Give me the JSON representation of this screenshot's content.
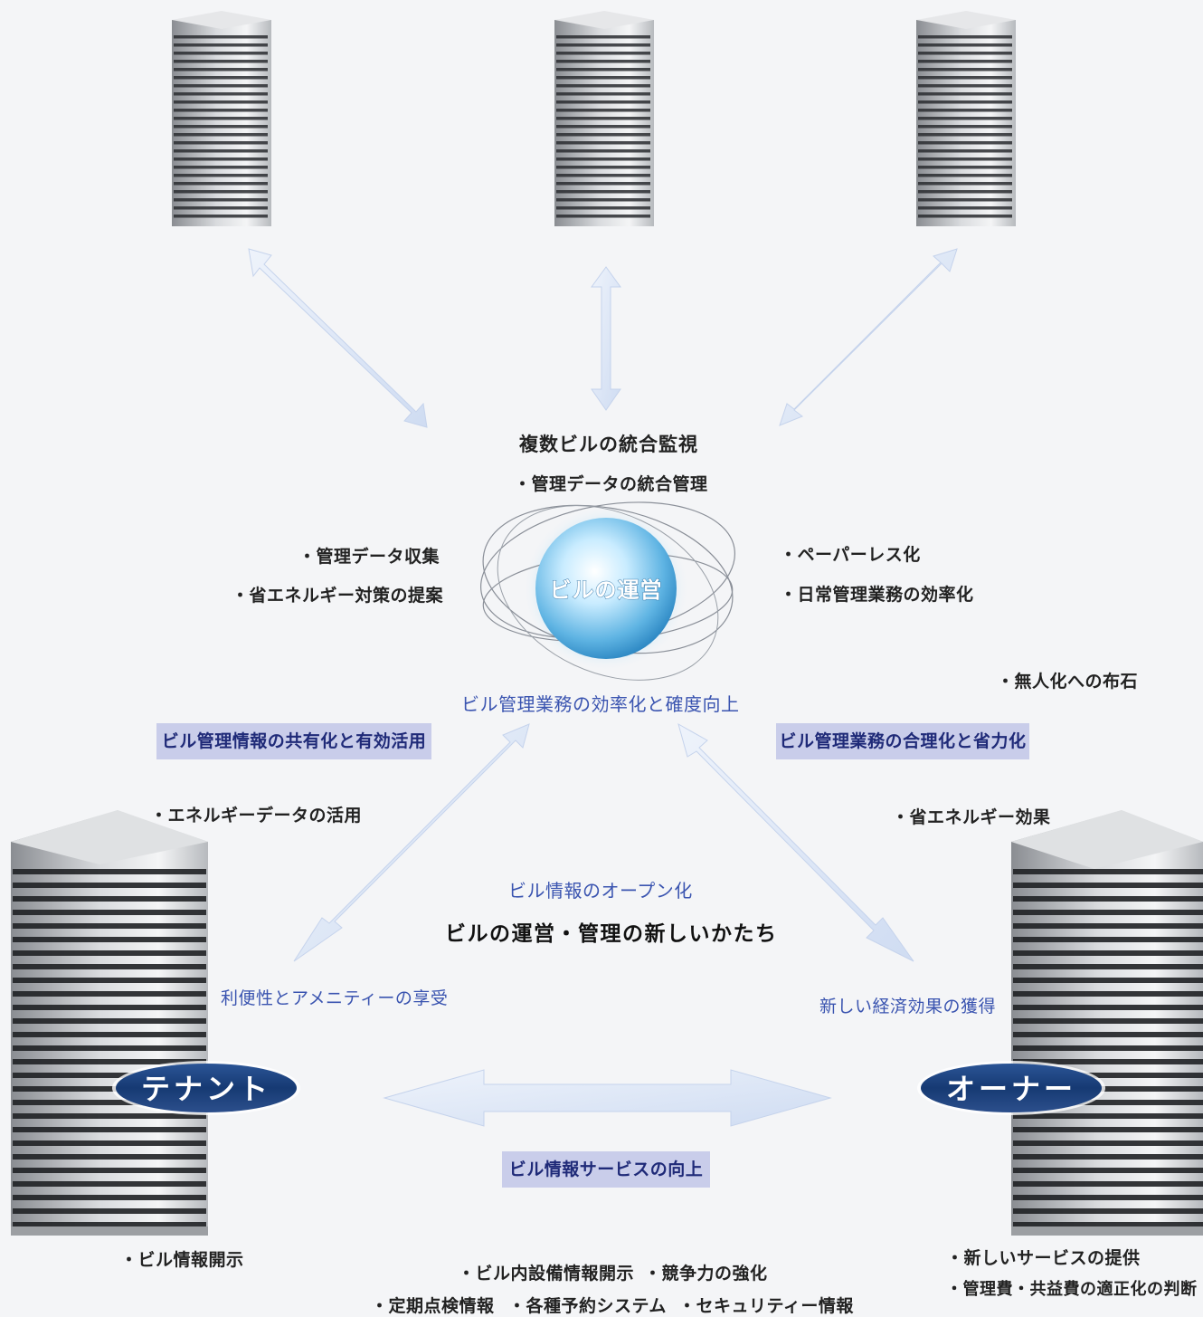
{
  "center": {
    "title": "複数ビルの統合監視",
    "sub": "・管理データの統合管理",
    "globe_label": "ビルの運営",
    "caption": "ビル管理業務の効率化と確度向上"
  },
  "left_notes": [
    "・管理データ収集",
    "・省エネルギー対策の提案"
  ],
  "right_notes": [
    "・ペーパーレス化",
    "・日常管理業務の効率化"
  ],
  "right_extra": "・無人化への布石",
  "boxes": {
    "left": "ビル管理情報の共有化と有効活用",
    "right": "ビル管理業務の合理化と省力化",
    "bottom": "ビル情報サービスの向上"
  },
  "energy_data": "・エネルギーデータの活用",
  "energy_effect": "・省エネルギー効果",
  "open_info": "ビル情報のオープン化",
  "main_title": "ビルの運営・管理の新しいかたち",
  "tenant": {
    "benefit": "利便性とアメニティーの享受",
    "label": "テナント",
    "note": "・ビル情報開示"
  },
  "owner": {
    "benefit": "新しい経済効果の獲得",
    "label": "オーナー",
    "notes": [
      "・新しいサービスの提供",
      "・管理費・共益費の適正化の判断"
    ]
  },
  "bottom_line1": [
    "・ビル内設備情報開示",
    "・競争力の強化"
  ],
  "bottom_line2": [
    "・定期点検情報",
    "・各種予約システム",
    "・セキュリティー情報"
  ],
  "colors": {
    "arrow": "#dde6f5",
    "box_bg": "#c9cdea",
    "box_text": "#1f2a78",
    "blue_text": "#3a54b0",
    "pill": "#1d3f7a",
    "globe": "#4fa8d8"
  },
  "icons": [
    "building-icon",
    "globe-icon",
    "double-arrow-icon"
  ]
}
